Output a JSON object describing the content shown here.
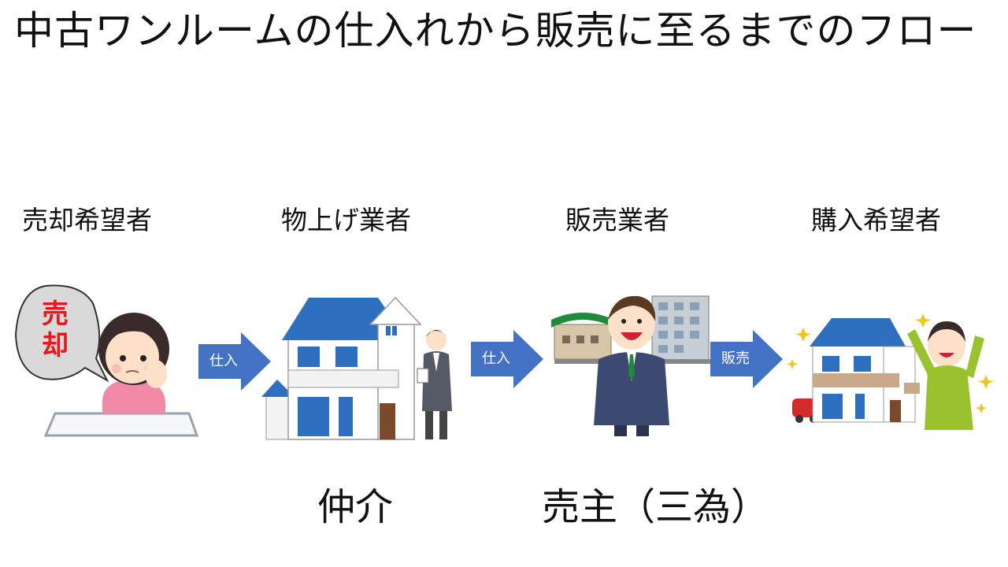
{
  "title": "中古ワンルームの仕入れから販売に至るまでのフロー",
  "actors": [
    {
      "label": "売却希望者"
    },
    {
      "label": "物上げ業者"
    },
    {
      "label": "販売業者"
    },
    {
      "label": "購入希望者"
    }
  ],
  "speech_bubble_text": "売却",
  "arrows": [
    {
      "label": "仕入"
    },
    {
      "label": "仕入"
    },
    {
      "label": "販売"
    }
  ],
  "roles": [
    {
      "label": "仲介"
    },
    {
      "label": "売主（三為）"
    }
  ],
  "colors": {
    "arrow": "#4472C4",
    "roof": "#2f6fbf",
    "bubble_text": "#e8171c"
  }
}
